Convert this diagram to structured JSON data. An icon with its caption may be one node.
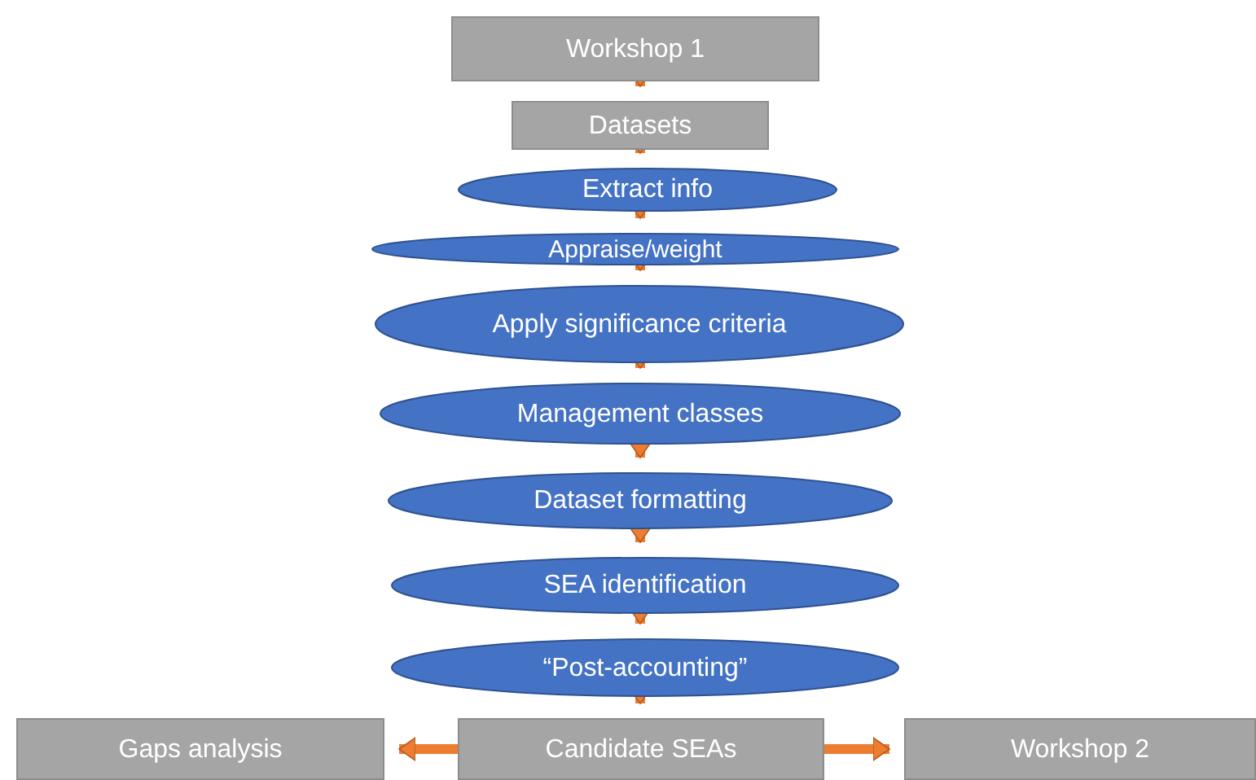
{
  "diagram": {
    "nodes": [
      {
        "text": [
          "Workshop 1"
        ]
      },
      {
        "text": [
          "Datasets"
        ]
      },
      {
        "text": [
          "Extract info"
        ]
      },
      {
        "text": [
          "Appraise/weight"
        ]
      },
      {
        "text": [
          "Apply significance criteria"
        ]
      },
      {
        "text": [
          "Management classes"
        ]
      },
      {
        "text": [
          "Dataset formatting"
        ]
      },
      {
        "text": [
          "SEA identification"
        ]
      },
      {
        "text": [
          "“Post-accounting”"
        ]
      },
      {
        "text": [
          "Gaps analysis"
        ]
      },
      {
        "text": [
          "Candidate SEAs"
        ]
      },
      {
        "text": [
          "Workshop 2"
        ]
      }
    ],
    "edges": [
      {
        "from": 0,
        "to": 1,
        "arrow": "to"
      },
      {
        "from": 1,
        "to": 2,
        "arrow": "to"
      },
      {
        "from": 2,
        "to": 3,
        "arrow": "to"
      },
      {
        "from": 3,
        "to": 4,
        "arrow": "to"
      },
      {
        "from": 4,
        "to": 5,
        "arrow": "to"
      },
      {
        "from": 5,
        "to": 6,
        "arrow": "to"
      },
      {
        "from": 6,
        "to": 7,
        "arrow": "to"
      },
      {
        "from": 7,
        "to": 8,
        "arrow": "to"
      },
      {
        "from": 8,
        "to": 10,
        "arrow": "to"
      },
      {
        "from": 10,
        "to": 9,
        "arrow": "to"
      },
      {
        "from": 10,
        "to": 11,
        "arrow": "to"
      }
    ]
  }
}
